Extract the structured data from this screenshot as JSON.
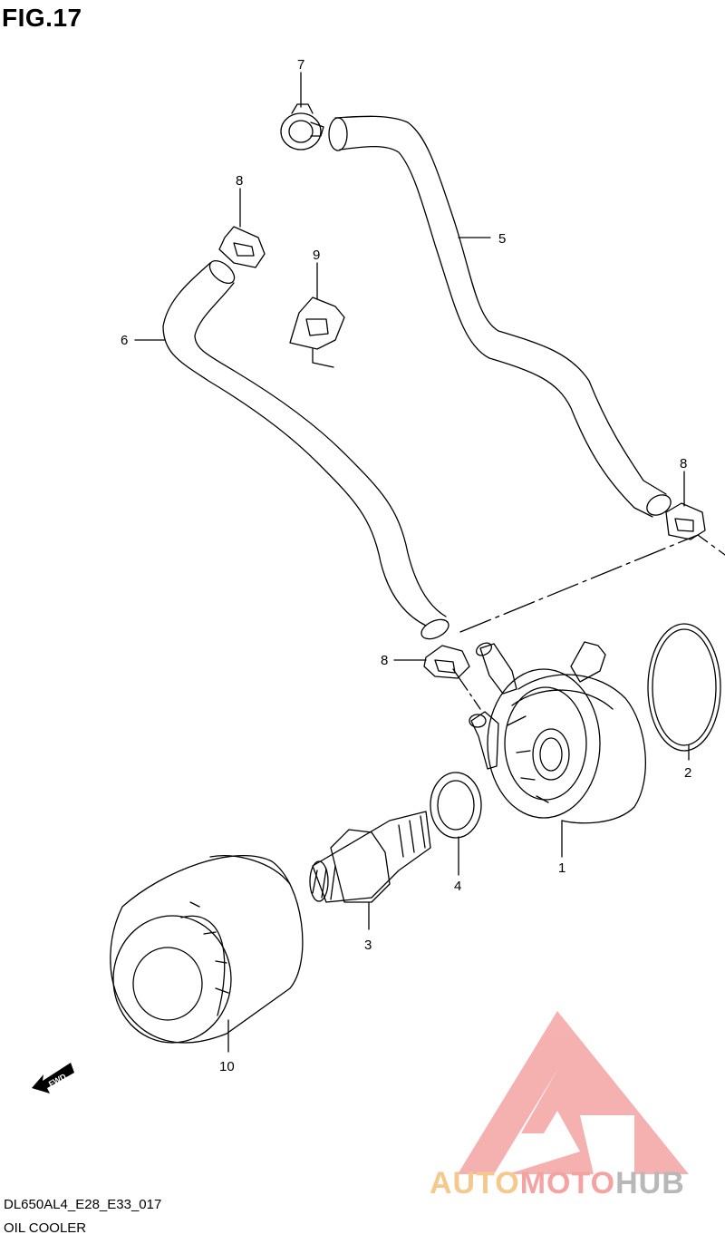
{
  "header": {
    "title": "FIG.17"
  },
  "callouts": {
    "c1": "1",
    "c2": "2",
    "c3": "3",
    "c4": "4",
    "c5": "5",
    "c6": "6",
    "c7": "7",
    "c8a": "8",
    "c8b": "8",
    "c8c": "8",
    "c9": "9",
    "c10": "10"
  },
  "fwd_label": "FWD",
  "footer": {
    "code": "DL650AL4_E28_E33_017",
    "caption": "OIL COOLER"
  },
  "watermark": {
    "part1": "AUTO",
    "part2": "MOTO",
    "part3": "HUB"
  },
  "colors": {
    "line": "#000000",
    "watermark_red": "#f4a3a3",
    "watermark_orange": "#f5c98e",
    "watermark_gray": "#b8b8b8"
  }
}
